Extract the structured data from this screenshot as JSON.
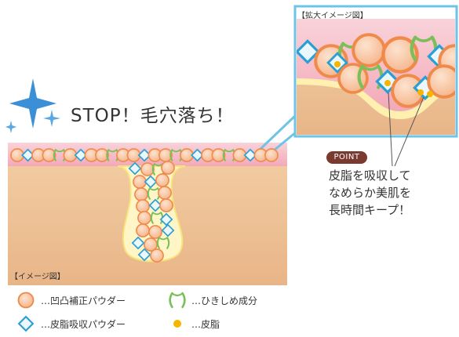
{
  "headline": "STOP！毛穴落ち！",
  "inset": {
    "title": "【拡大イメージ図】"
  },
  "diagram": {
    "title": "【イメージ図】"
  },
  "point": {
    "badge": "POINT",
    "lines": [
      "皮脂を吸収して",
      "なめらか美肌を",
      "長時間キープ！"
    ]
  },
  "legend": [
    {
      "icon": "orange-circle-icon",
      "label": "…凹凸補正パウダー"
    },
    {
      "icon": "green-bracket-icon",
      "label": "…ひきしめ成分"
    },
    {
      "icon": "blue-diamond-icon",
      "label": "…皮脂吸収パウダー"
    },
    {
      "icon": "yellow-dot-icon",
      "label": "…皮脂"
    }
  ],
  "colors": {
    "sparkle": "#3b8fd6",
    "skin": "#f1c79a",
    "skin_dark": "#e6b07d",
    "pink_layer": "#f5b6c2",
    "pore_fill": "#fff6c8",
    "orange_powder": "#f5b489",
    "orange_stroke": "#f08a4b",
    "diamond": "#6fc3e4",
    "diamond_stroke": "#2a9fd3",
    "bracket": "#7cbf5a",
    "sebum": "#f7b500",
    "inset_border": "#6fc3e4"
  }
}
